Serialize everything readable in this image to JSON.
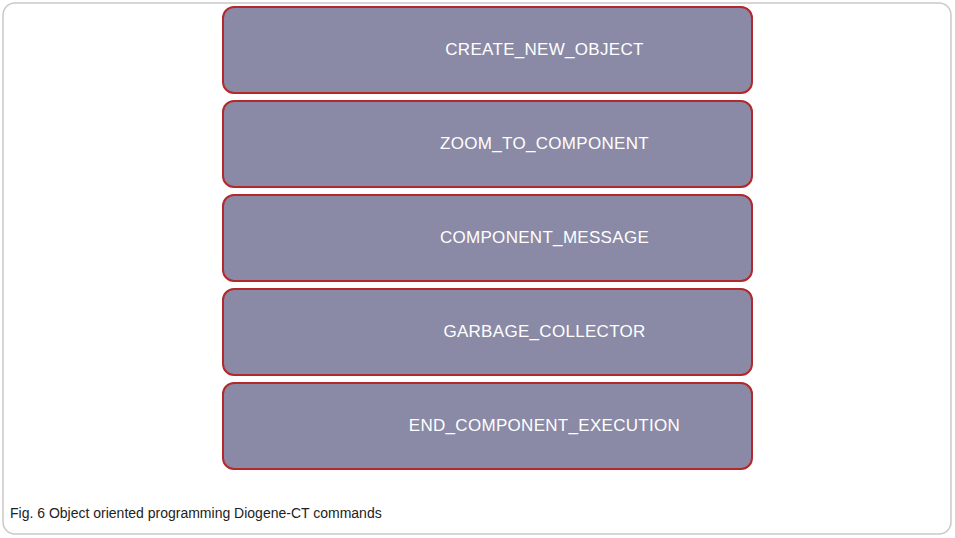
{
  "diagram": {
    "caption": "Fig. 6 Object oriented programming Diogene-CT commands",
    "nodes": [
      {
        "text": [
          "CREATE_NEW_OBJECT"
        ]
      },
      {
        "text": [
          "ZOOM_TO_COMPONENT"
        ]
      },
      {
        "text": [
          "COMPONENT_MESSAGE"
        ]
      },
      {
        "text": [
          "GARBAGE_COLLECTOR"
        ]
      },
      {
        "text": [
          "END_COMPONENT_EXECUTION"
        ]
      }
    ]
  }
}
